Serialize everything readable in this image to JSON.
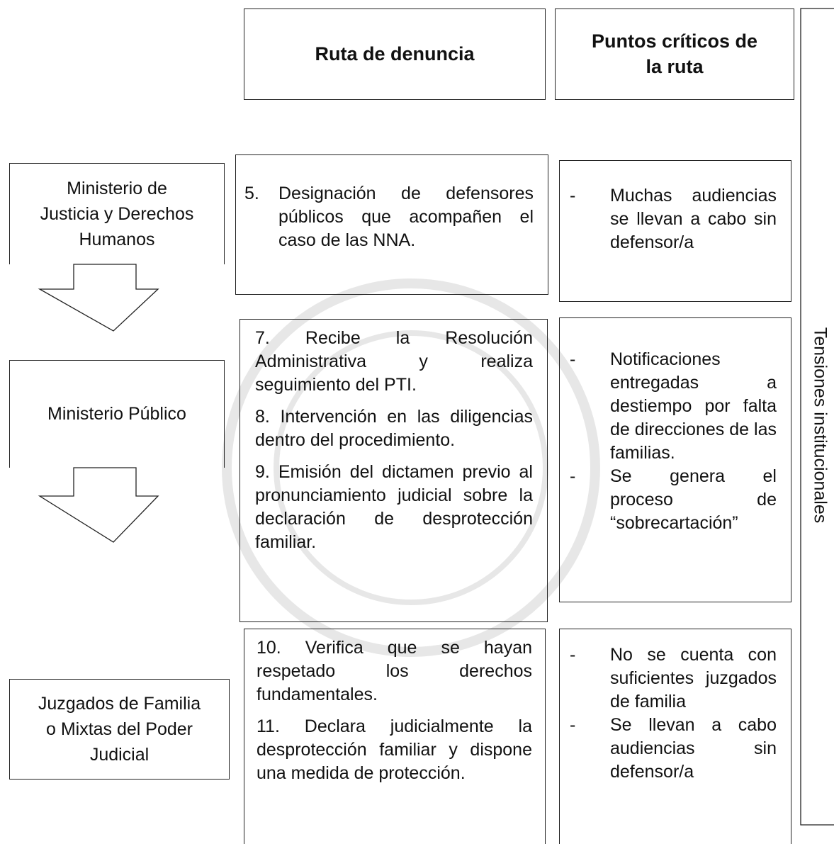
{
  "headers": {
    "ruta": "Ruta de denuncia",
    "puntos_line1": "Puntos críticos de",
    "puntos_line2": "la ruta"
  },
  "side_label": "Tensiones institucionales",
  "agencies": {
    "minjus_line1": "Ministerio de",
    "minjus_line2": "Justicia y Derechos",
    "minjus_line3": "Humanos",
    "mp": "Ministerio Público",
    "pj_line1": "Juzgados de Familia",
    "pj_line2": "o Mixtas del Poder",
    "pj_line3": "Judicial"
  },
  "route": {
    "s5_num": "5.",
    "s5_text": "Designación de defensores públicos que acompañen el caso de las NNA.",
    "s7": "7. Recibe la Resolución Administrativa y realiza seguimiento del PTI.",
    "s8": "8. Intervención en las diligencias dentro del procedimiento.",
    "s9": "9. Emisión del dictamen previo al pronunciamiento judicial sobre la declaración de desprotección familiar.",
    "s10": "10. Verifica que se hayan respetado los derechos fundamentales.",
    "s11": "11. Declara judicialmente la desprotección familiar y dispone una medida de protección."
  },
  "critical": {
    "dash": "-",
    "c1": "Muchas audiencias se llevan a cabo sin defensor/a",
    "c2": "Notificaciones entregadas a destiempo por falta de direcciones de las familias.",
    "c3": "Se genera el proceso de “sobrecartación”",
    "c4": "No se cuenta con suficientes juzgados de familia",
    "c5": "Se llevan a cabo audiencias sin defensor/a"
  }
}
